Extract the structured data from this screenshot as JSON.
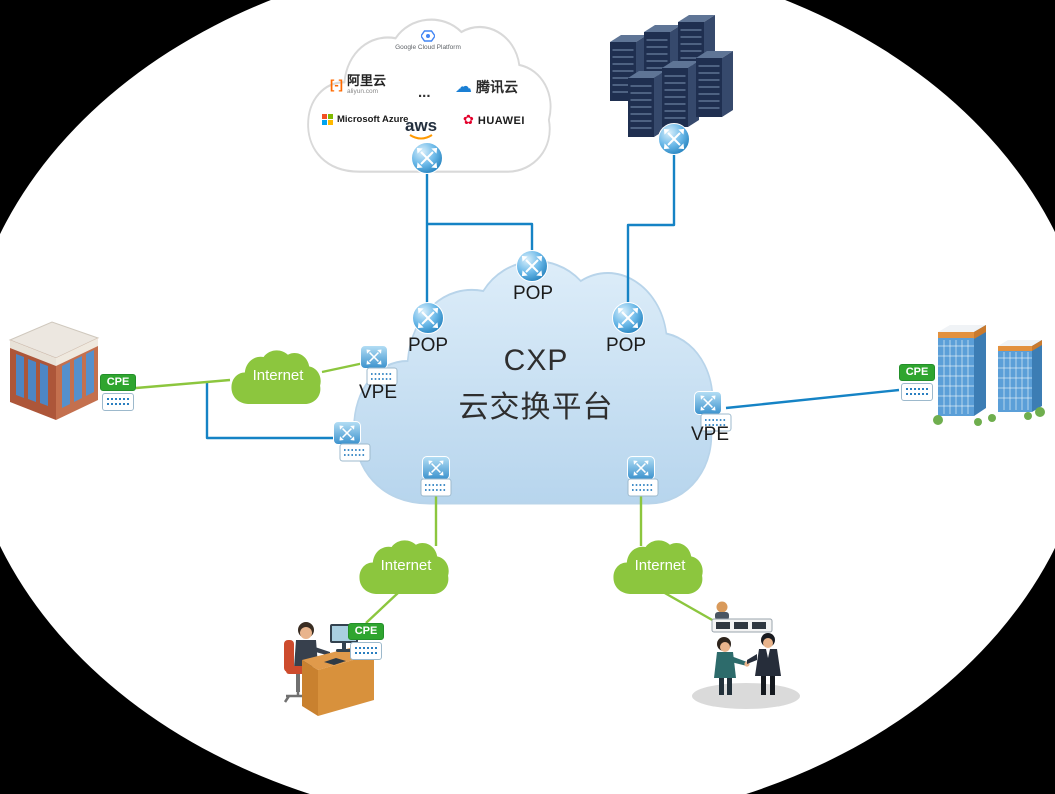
{
  "diagram_title": {
    "line1": "CXP",
    "line2": "云交换平台"
  },
  "pops": [
    {
      "label": "POP"
    },
    {
      "label": "POP"
    },
    {
      "label": "POP"
    }
  ],
  "vpes": [
    {
      "label": "VPE"
    },
    {
      "label": "VPE"
    }
  ],
  "internets": [
    {
      "label": "Internet"
    },
    {
      "label": "Internet"
    },
    {
      "label": "Internet"
    }
  ],
  "cpes": [
    {
      "label": "CPE"
    },
    {
      "label": "CPE"
    },
    {
      "label": "CPE"
    }
  ],
  "providers": {
    "google": {
      "label": "Google Cloud Platform"
    },
    "aliyun": {
      "label": "阿里云",
      "domain": "aliyun.com",
      "icon": "[-]"
    },
    "dots": "...",
    "tencent": {
      "label": "腾讯云",
      "icon": "☁"
    },
    "azure": {
      "label": "Microsoft Azure"
    },
    "aws": {
      "label": "aws"
    },
    "huawei": {
      "label": "HUAWEI",
      "icon": "✿"
    }
  },
  "colors": {
    "line_blue": "#1583c5",
    "line_green": "#8cc63e",
    "internet_cloud_green": "#8cc63e",
    "cpe_badge_green": "#2fa52f",
    "cxp_cloud_blue": "#c3dcf0",
    "node_blue": "#3a91cd"
  }
}
